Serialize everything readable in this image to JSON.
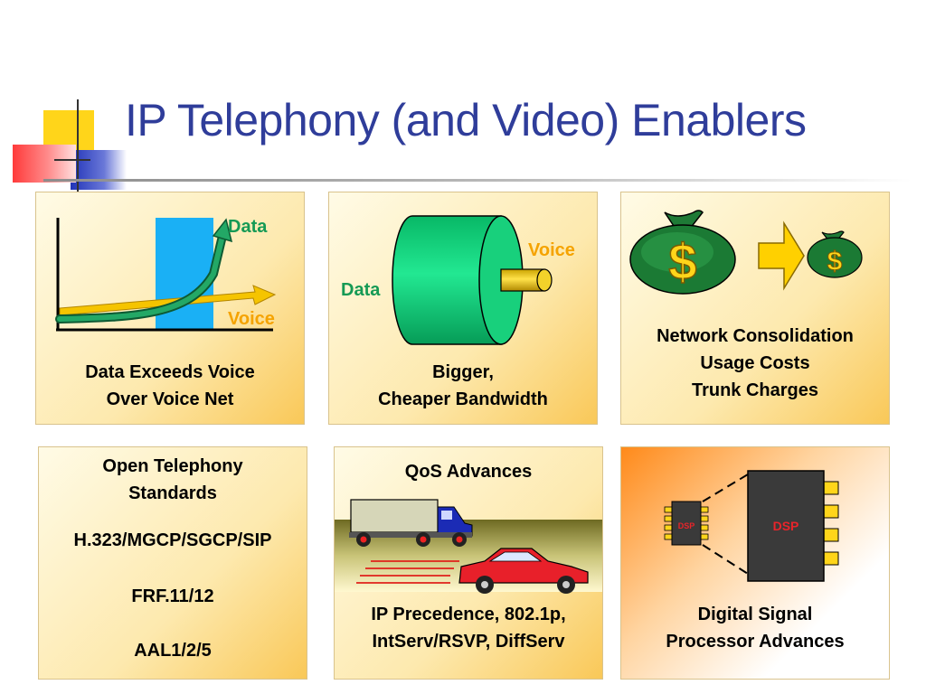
{
  "slide": {
    "title": "IP Telephony (and Video) Enablers"
  },
  "panels": {
    "data_voice": {
      "data_label": "Data",
      "voice_label": "Voice",
      "caption": [
        "Data Exceeds Voice",
        "Over Voice Net"
      ]
    },
    "bandwidth": {
      "voice_label": "Voice",
      "data_label": "Data",
      "caption": [
        "Bigger,",
        "Cheaper Bandwidth"
      ]
    },
    "consolidation": {
      "big_symbol": "$",
      "small_symbol": "$",
      "caption": [
        "Network Consolidation",
        "Usage Costs",
        "Trunk Charges"
      ]
    },
    "standards": {
      "heading": [
        "Open Telephony",
        "Standards"
      ],
      "items": [
        "H.323/MGCP/SGCP/SIP",
        "FRF.11/12",
        "AAL1/2/5"
      ]
    },
    "qos": {
      "heading": "QoS Advances",
      "caption": [
        "IP Precedence, 802.1p,",
        "IntServ/RSVP, DiffServ"
      ]
    },
    "dsp": {
      "small_chip_label": "DSP",
      "large_chip_label": "DSP",
      "caption": [
        "Digital Signal",
        "Processor Advances"
      ]
    }
  },
  "colors": {
    "title": "#2f3d9a",
    "data_green": "#159a55",
    "voice_orange": "#f5a300",
    "chip_red": "#e8242a"
  }
}
